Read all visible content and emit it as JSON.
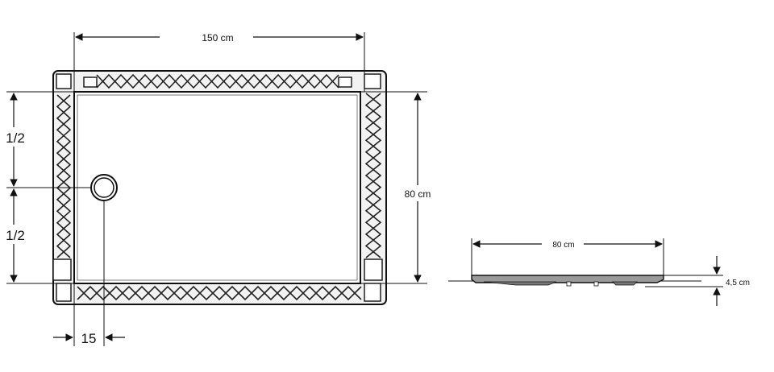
{
  "plan_view": {
    "width_label": "150 cm",
    "depth_label": "80 cm",
    "half_upper_label": "1/2",
    "half_lower_label": "1/2",
    "drain_offset_label": "15"
  },
  "side_view": {
    "length_label": "80 cm",
    "height_label": "4,5 cm"
  },
  "colors": {
    "line": "#111111",
    "frame_fill": "#f2f2f2",
    "tray_fill": "#ffffff",
    "profile_fill": "#9a9a9a"
  }
}
